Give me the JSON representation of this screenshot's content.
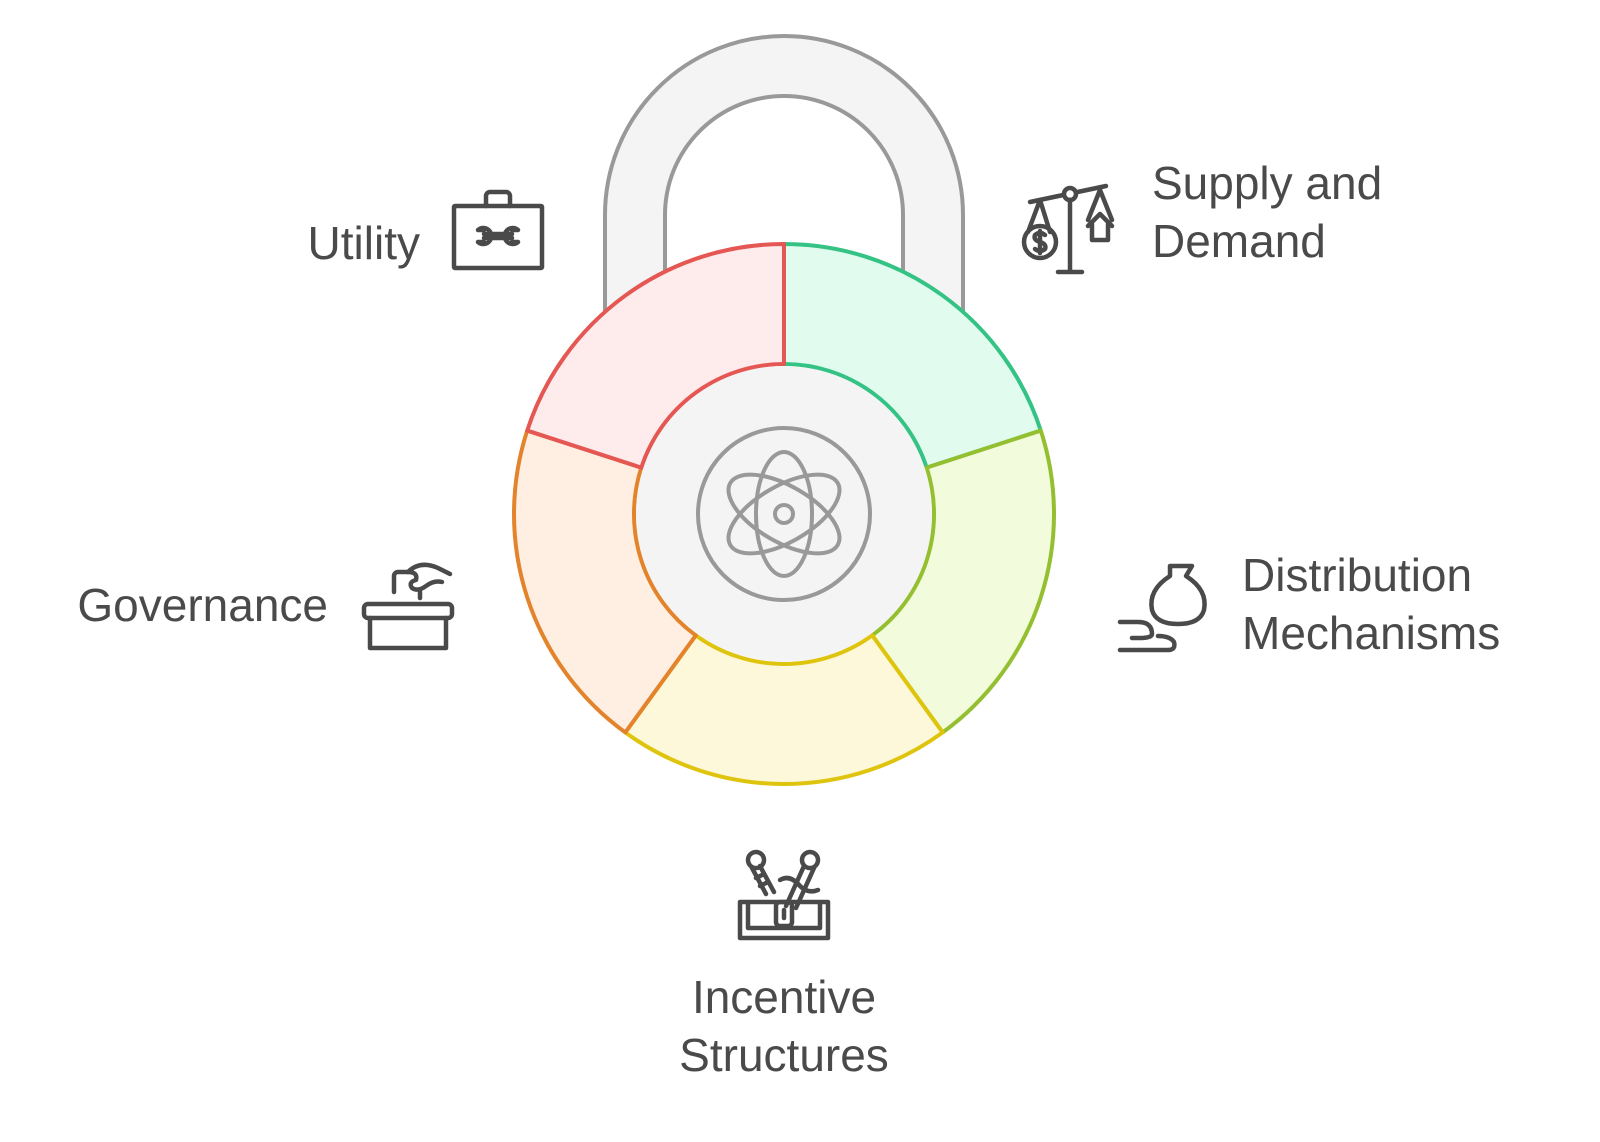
{
  "diagram": {
    "type": "padlock-segment-wheel",
    "center_icon": "atom-icon",
    "colors": {
      "shackle_fill": "#f4f4f4",
      "shackle_stroke": "#999999",
      "hub_fill": "#f4f4f4",
      "hub_stroke": "#999999",
      "text": "#4a4a4a",
      "icon_stroke": "#4a4a4a"
    },
    "segments": [
      {
        "id": "supply-and-demand",
        "label_lines": [
          "Supply and",
          "Demand"
        ],
        "icon": "balance-scale-icon",
        "stroke": "#34c384",
        "fill": "#e1fcef"
      },
      {
        "id": "distribution-mechanisms",
        "label_lines": [
          "Distribution",
          "Mechanisms"
        ],
        "icon": "money-bag-hand-icon",
        "stroke": "#94bf30",
        "fill": "#f2fcdc"
      },
      {
        "id": "incentive-structures",
        "label_lines": [
          "Incentive",
          "Structures"
        ],
        "icon": "toolbox-tools-icon",
        "stroke": "#dfc40e",
        "fill": "#fef8da"
      },
      {
        "id": "governance",
        "label_lines": [
          "Governance"
        ],
        "icon": "ballot-box-vote-icon",
        "stroke": "#e3832c",
        "fill": "#ffefe3"
      },
      {
        "id": "utility",
        "label_lines": [
          "Utility"
        ],
        "icon": "toolbox-wrench-icon",
        "stroke": "#e55753",
        "fill": "#feebeb"
      }
    ]
  }
}
